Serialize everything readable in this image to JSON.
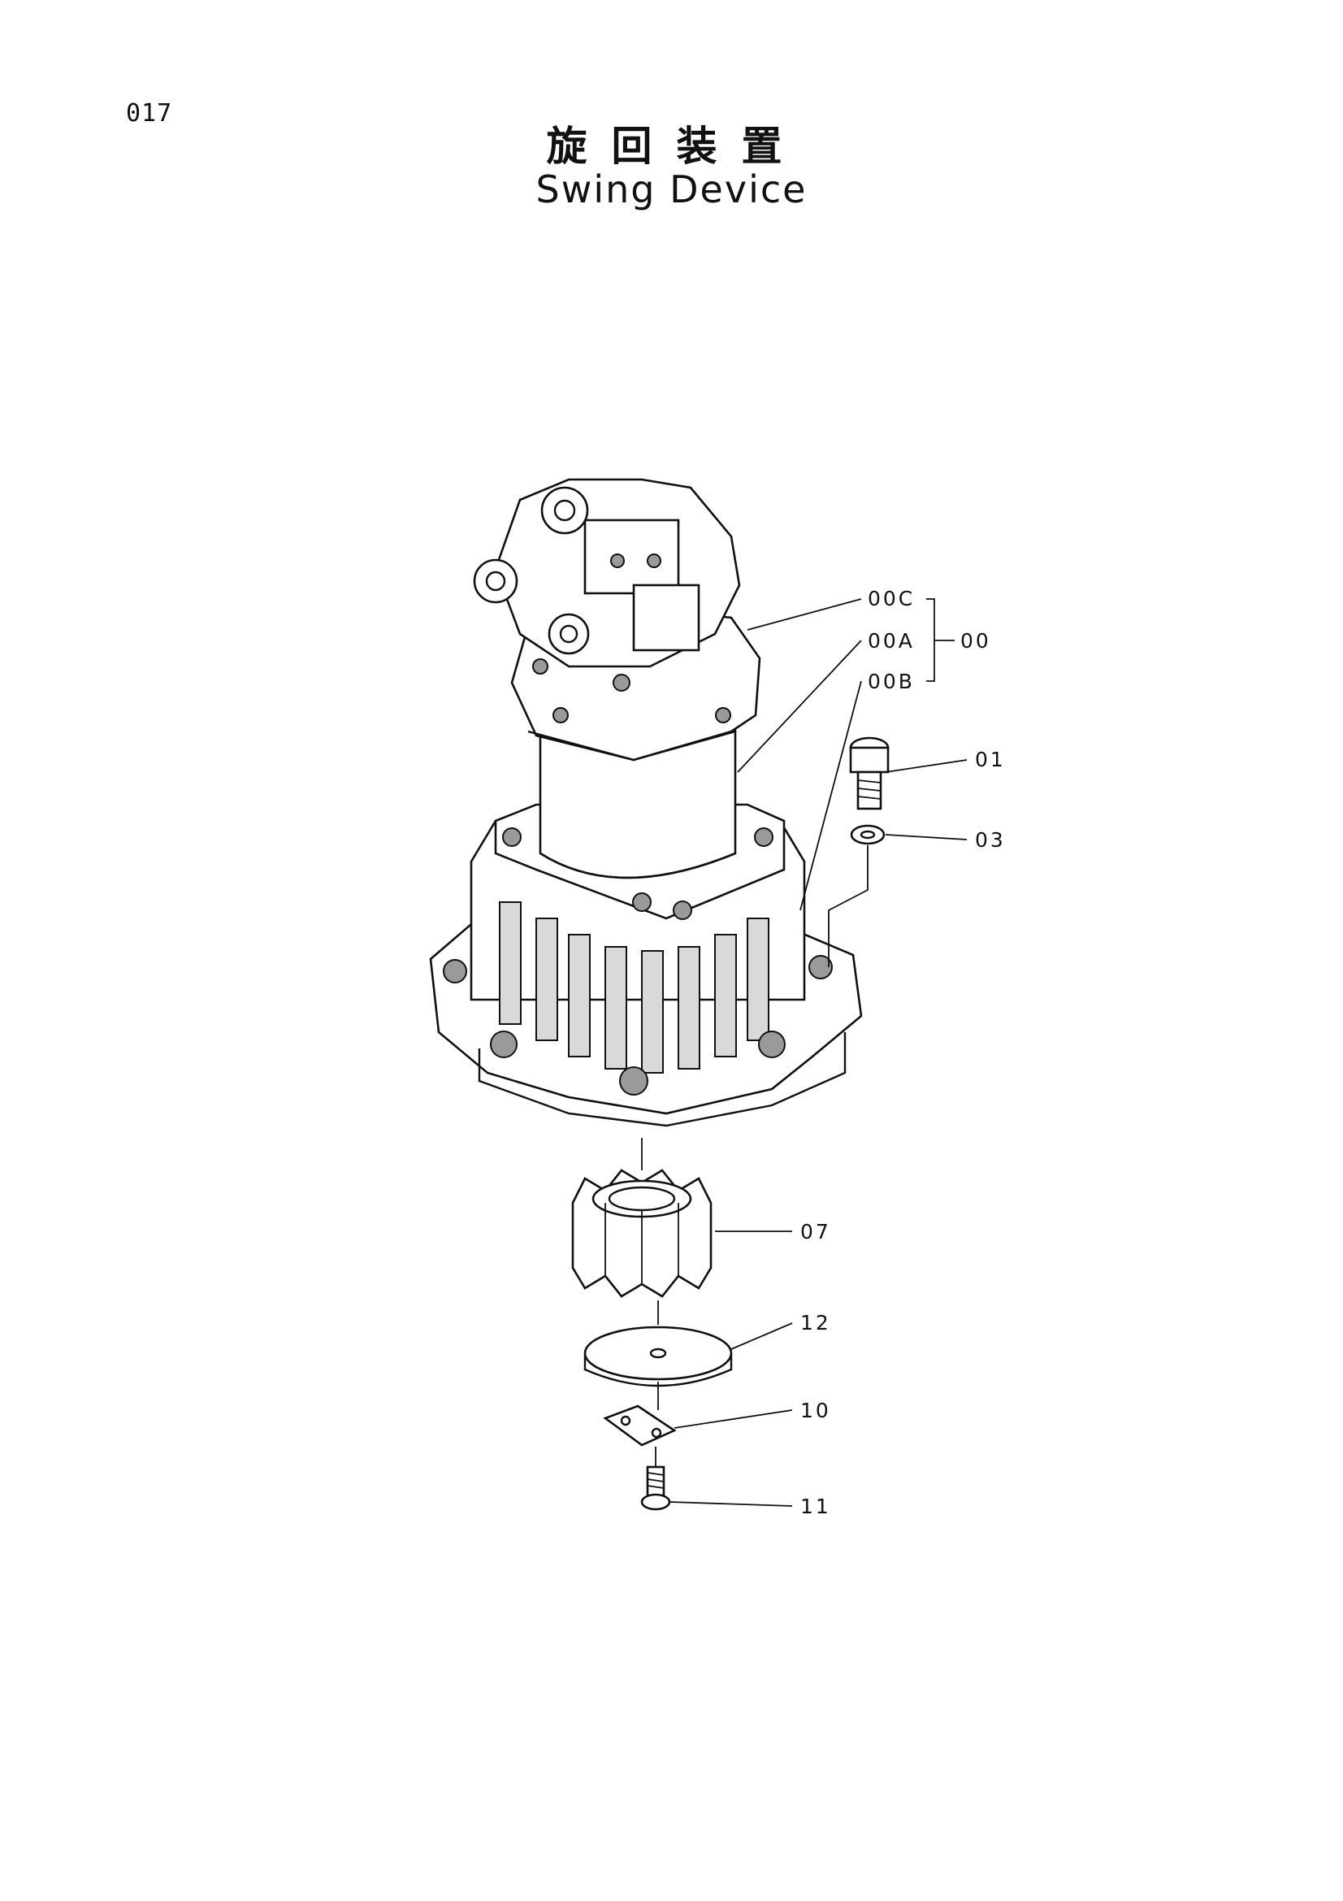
{
  "page_number": "017",
  "title_jp": "旋回装置",
  "title_en": "Swing Device",
  "callouts": [
    {
      "id": "00c",
      "label": "00C"
    },
    {
      "id": "00a",
      "label": "00A"
    },
    {
      "id": "00b",
      "label": "00B"
    },
    {
      "id": "00",
      "label": "00"
    },
    {
      "id": "01",
      "label": "01"
    },
    {
      "id": "03",
      "label": "03"
    },
    {
      "id": "07",
      "label": "07"
    },
    {
      "id": "12",
      "label": "12"
    },
    {
      "id": "10",
      "label": "10"
    },
    {
      "id": "11",
      "label": "11"
    }
  ]
}
